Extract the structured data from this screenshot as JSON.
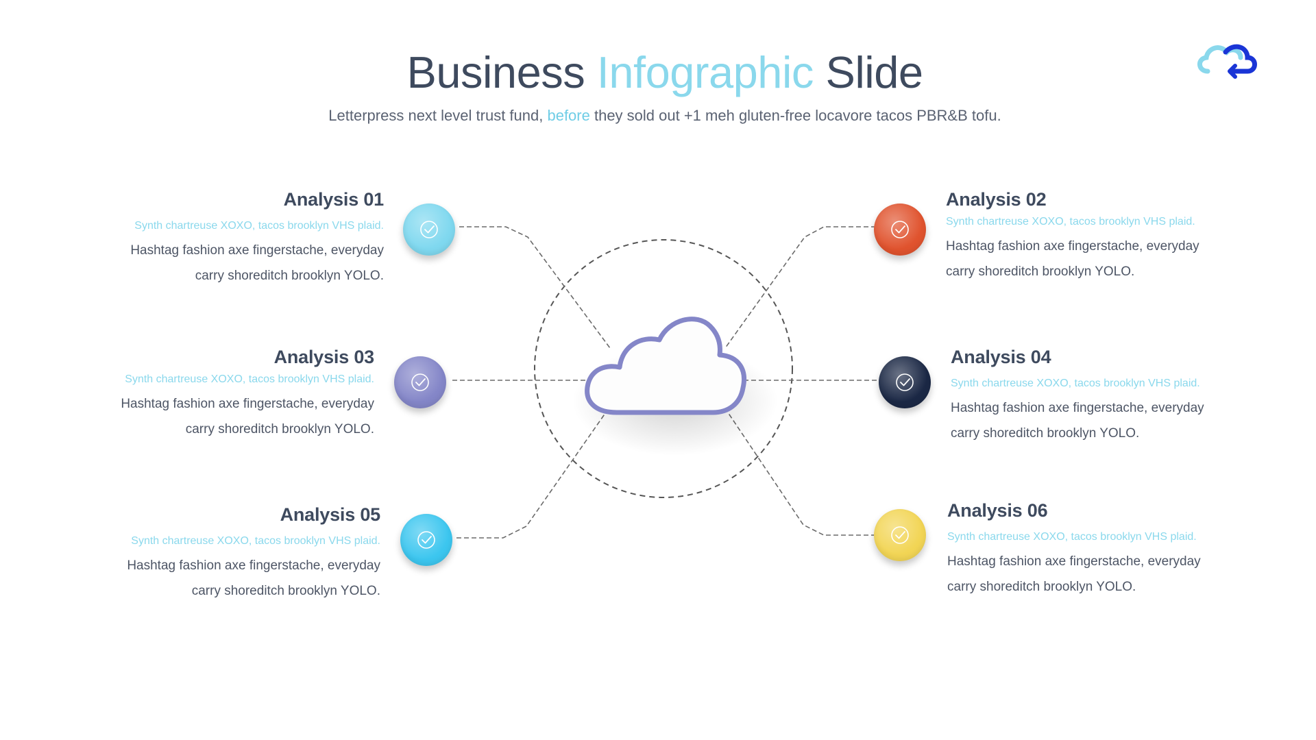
{
  "title": {
    "part1": "Business ",
    "part2": "Infographic",
    "part3": " Slide"
  },
  "subtitle": {
    "part1": "Letterpress next level trust fund, ",
    "part2": "before",
    "part3": " they sold out +1 meh gluten-free locavore tacos PBR&B tofu."
  },
  "items": [
    {
      "title": "Analysis 01",
      "tagline": "Synth chartreuse XOXO, tacos brooklyn VHS plaid.",
      "desc_line1": "Hashtag fashion axe fingerstache, everyday",
      "desc_line2": "carry shoreditch brooklyn YOLO.",
      "color": "#7fd8ef"
    },
    {
      "title": "Analysis 02",
      "tagline": "Synth chartreuse XOXO, tacos brooklyn VHS plaid.",
      "desc_line1": "Hashtag fashion axe fingerstache, everyday",
      "desc_line2": "carry shoreditch brooklyn YOLO.",
      "color": "#e0532e"
    },
    {
      "title": "Analysis 03",
      "tagline": "Synth chartreuse XOXO, tacos brooklyn VHS plaid.",
      "desc_line1": "Hashtag fashion axe fingerstache, everyday",
      "desc_line2": "carry shoreditch brooklyn YOLO.",
      "color": "#8486c8"
    },
    {
      "title": "Analysis 04",
      "tagline": "Synth chartreuse XOXO, tacos brooklyn VHS plaid.",
      "desc_line1": "Hashtag fashion axe fingerstache, everyday",
      "desc_line2": "carry shoreditch brooklyn YOLO.",
      "color": "#1b2845"
    },
    {
      "title": "Analysis 05",
      "tagline": "Synth chartreuse XOXO, tacos brooklyn VHS plaid.",
      "desc_line1": "Hashtag fashion axe fingerstache, everyday",
      "desc_line2": "carry shoreditch brooklyn YOLO.",
      "color": "#3cc6ef"
    },
    {
      "title": "Analysis 06",
      "tagline": "Synth chartreuse XOXO, tacos brooklyn VHS plaid.",
      "desc_line1": "Hashtag fashion axe fingerstache, everyday",
      "desc_line2": "carry shoreditch brooklyn YOLO.",
      "color": "#f2d555"
    }
  ],
  "icons": {
    "center": "cloud-icon",
    "item": "check-circle-icon",
    "logo": "cloud-logo-icon"
  },
  "colors": {
    "title_text": "#3e4a5e",
    "highlight": "#8ad8ec",
    "cloud_outline": "#8486c8"
  }
}
